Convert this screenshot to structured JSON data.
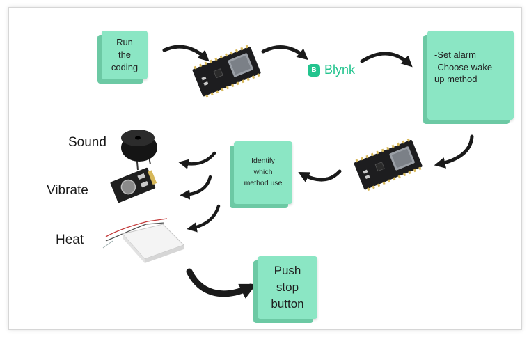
{
  "notes": {
    "run": "Run\nthe\ncoding",
    "alarm": "-Set alarm\n-Choose wake\nup method",
    "identify": "Identify\nwhich\nmethod use",
    "push": "Push\nstop\nbutton"
  },
  "blynk": {
    "badge": "B",
    "text": "Blynk"
  },
  "labels": {
    "sound": "Sound",
    "vibrate": "Vibrate",
    "heat": "Heat"
  },
  "colors": {
    "note": "#8be6c4",
    "note_shadow": "#6cc9a4",
    "blynk": "#23c48e",
    "arrow": "#1a1a1a"
  },
  "icons": [
    "esp32-board-icon",
    "buzzer-icon",
    "vibration-motor-icon",
    "peltier-heat-module-icon"
  ]
}
